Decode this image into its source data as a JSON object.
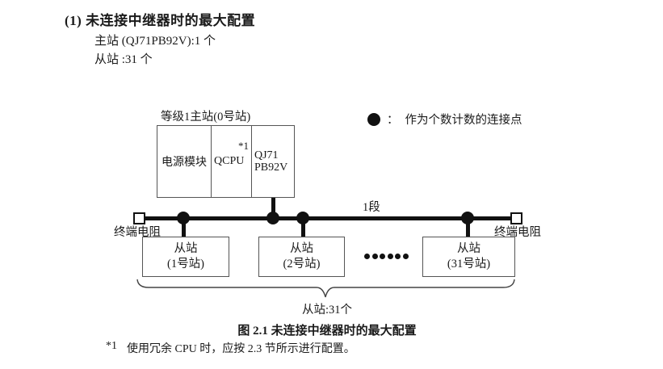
{
  "header": {
    "title": "(1) 未连接中继器时的最大配置",
    "master_line": "主站 (QJ71PB92V):1 个",
    "slave_line": "从站 :31 个"
  },
  "diagram": {
    "master_station": {
      "label": "等级1主站(0号站)",
      "power_module": "电源模块",
      "cpu": "QCPU",
      "cpu_note": "*1",
      "network_module_line1": "QJ71",
      "network_module_line2": "PB92V"
    },
    "legend": {
      "symbol": "connection-point-dot",
      "separator": "：",
      "label": "作为个数计数的连接点"
    },
    "segment_label": "1段",
    "terminator_left_label": "终端电阻",
    "terminator_right_label": "终端电阻",
    "slaves": [
      {
        "line1": "从站",
        "line2": "(1号站)"
      },
      {
        "line1": "从站",
        "line2": "(2号站)"
      },
      {
        "line1": "从站",
        "line2": "(31号站)"
      }
    ],
    "ellipsis_dot_count": 6,
    "brace_label": "从站:31个"
  },
  "caption": "图 2.1 未连接中继器时的最大配置",
  "footnote": {
    "marker": "*1",
    "text": "使用冗余 CPU 时，应按 2.3 节所示进行配置。"
  },
  "colors": {
    "background": "#ffffff",
    "text": "#1a1a1a",
    "line_black": "#111111",
    "box_border": "#555555"
  }
}
